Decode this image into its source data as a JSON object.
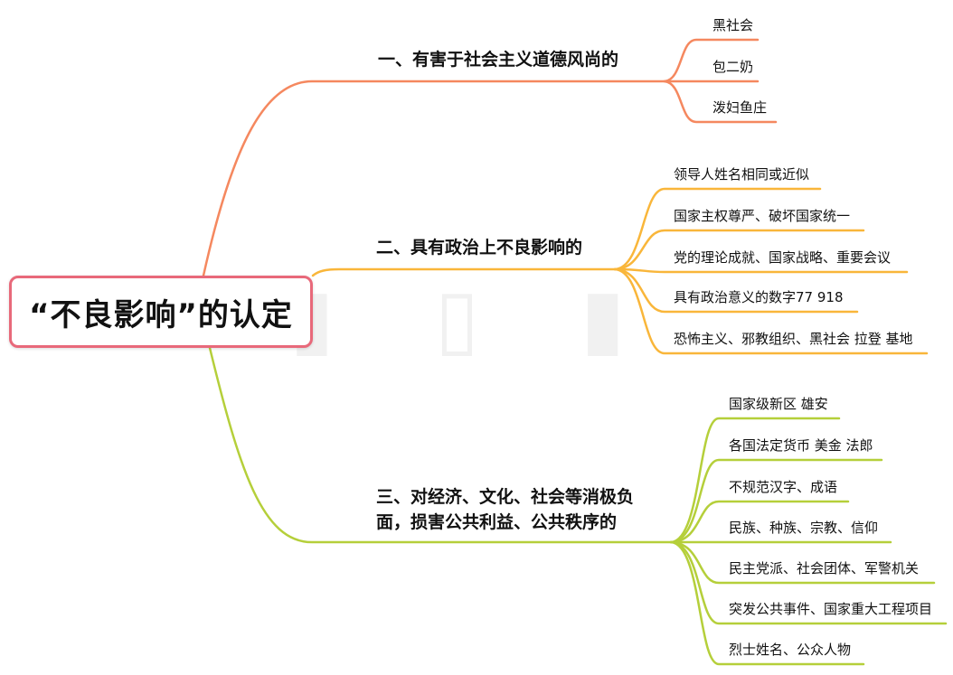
{
  "root": {
    "label": "“不良影响”的认定",
    "border_color": "#e8697a"
  },
  "branches": [
    {
      "label": "一、有害于社会主义道德风尚的",
      "color": "#f5885f",
      "leaves": [
        "黑社会",
        "包二奶",
        "泼妇鱼庄"
      ]
    },
    {
      "label": "二、具有政治上不良影响的",
      "color": "#f9b63a",
      "leaves": [
        "领导人姓名相同或近似",
        "国家主权尊严、破坏国家统一",
        "党的理论成就、国家战略、重要会议",
        "具有政治意义的数字77 918",
        "恐怖主义、邪教组织、黑社会 拉登 基地"
      ]
    },
    {
      "label_lines": [
        "三、对经济、文化、社会等消极负",
        "面，损害公共利益、公共秩序的"
      ],
      "color": "#b5cf3a",
      "leaves": [
        "国家级新区 雄安",
        "各国法定货币 美金 法郎",
        "不规范汉字、成语",
        "民族、种族、宗教、信仰",
        "民主党派、社会团体、军警机关",
        "突发公共事件、国家重大工程项目",
        "烈士姓名、公众人物"
      ]
    }
  ]
}
